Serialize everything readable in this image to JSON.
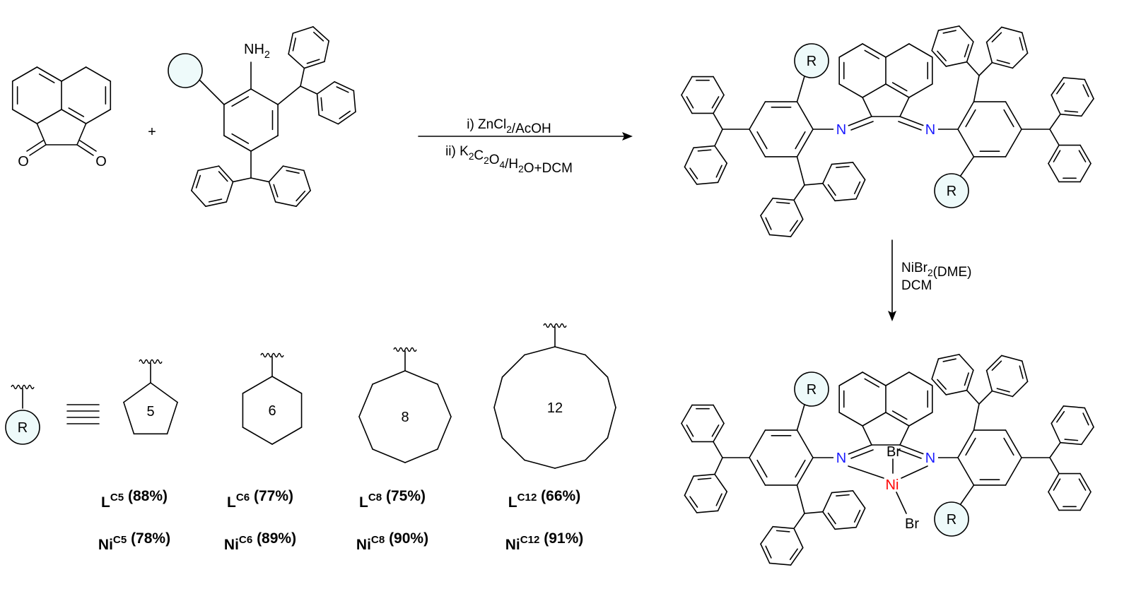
{
  "title": "Synthesis of bulky alpha-diimine ligands and nickel complexes",
  "colors": {
    "nitrogen": "#1a1aff",
    "nickel": "#ff0000",
    "r_group_fill": "#eefafa",
    "bond": "#000000"
  },
  "atoms": {
    "oxygen": "O",
    "amine": [
      [
        "NH",
        ""
      ],
      [
        "2",
        "sub"
      ]
    ],
    "nitrogen": "N",
    "r_group": "R",
    "bromine": "Br",
    "nickel": "Ni"
  },
  "plus_sign": "+",
  "step1": {
    "above": [
      [
        "i) ZnCl",
        ""
      ],
      [
        "2",
        "sub"
      ],
      [
        "/AcOH",
        ""
      ]
    ],
    "below": [
      [
        "ii) K",
        ""
      ],
      [
        "2",
        "sub"
      ],
      [
        "C",
        ""
      ],
      [
        "2",
        "sub"
      ],
      [
        "O",
        ""
      ],
      [
        "4",
        "sub"
      ],
      [
        "/H",
        ""
      ],
      [
        "2",
        "sub"
      ],
      [
        "O+DCM",
        ""
      ]
    ]
  },
  "step2": {
    "line1": [
      [
        "NiBr",
        ""
      ],
      [
        "2",
        "sub"
      ],
      [
        "(DME)",
        ""
      ]
    ],
    "line2": [
      [
        "DCM",
        ""
      ]
    ]
  },
  "r_definitions": {
    "equivalence_symbol": "≣",
    "rings": [
      {
        "size": 5,
        "label": "5"
      },
      {
        "size": 6,
        "label": "6"
      },
      {
        "size": 8,
        "label": "8"
      },
      {
        "size": 12,
        "label": "12"
      }
    ]
  },
  "yields": [
    {
      "ligand": "L",
      "ligand_sup": "C5",
      "ligand_yield": "(88%)",
      "complex": "Ni",
      "complex_sup": "C5",
      "complex_yield": "(78%)"
    },
    {
      "ligand": "L",
      "ligand_sup": "C6",
      "ligand_yield": "(77%)",
      "complex": "Ni",
      "complex_sup": "C6",
      "complex_yield": "(89%)"
    },
    {
      "ligand": "L",
      "ligand_sup": "C8",
      "ligand_yield": "(75%)",
      "complex": "Ni",
      "complex_sup": "C8",
      "complex_yield": "(90%)"
    },
    {
      "ligand": "L",
      "ligand_sup": "C12",
      "ligand_yield": "(66%)",
      "complex": "Ni",
      "complex_sup": "C12",
      "complex_yield": "(91%)"
    }
  ]
}
